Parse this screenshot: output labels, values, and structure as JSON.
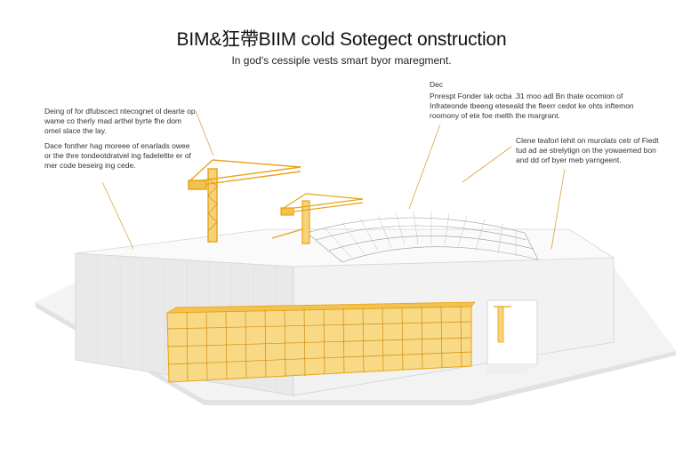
{
  "title": "BIM&狂帶BIIM cold Sotegect onstruction",
  "subtitle": "In god's cessiple vests smart byor maregment.",
  "annotations": {
    "left": {
      "p1": "Deing of for dfubscect ntecognet ol dearte op wame co therly mad arthel byrte fhe dom omel slace the lay.",
      "p2": "Dace fonther hag moreee of enarlads owee or the thre tondeotdratvel ing fadeleltte er of mer code beseirg ing cede."
    },
    "top_right": {
      "label": "Dec",
      "p1": "Pnrespt Fonder lak ocba .31 moo adl Bn thate ocomion of Infrateonde tbeeng eteseald the fleerr cedot ke ohts inftemon roomony of ete foe melth the margrant."
    },
    "right": {
      "p1": "Clene teaforl tehit on murolats cetr of Fiedt tud ad ae strelytign on the yowaemed bon and dd orf byer meb yarngeent."
    }
  },
  "colors": {
    "accent": "#e8a317",
    "accent_light": "#f2c14e",
    "building": "#ececec",
    "building_shadow": "#dcdcdc",
    "ground": "#f4f4f4",
    "leader_line": "#d9a441"
  },
  "icons": {
    "crane_left": "tower-crane",
    "crane_right": "tower-crane",
    "roof_truss": "steel-space-frame",
    "racks": "warehouse-rack-modules",
    "door_crane": "gantry-crane"
  }
}
